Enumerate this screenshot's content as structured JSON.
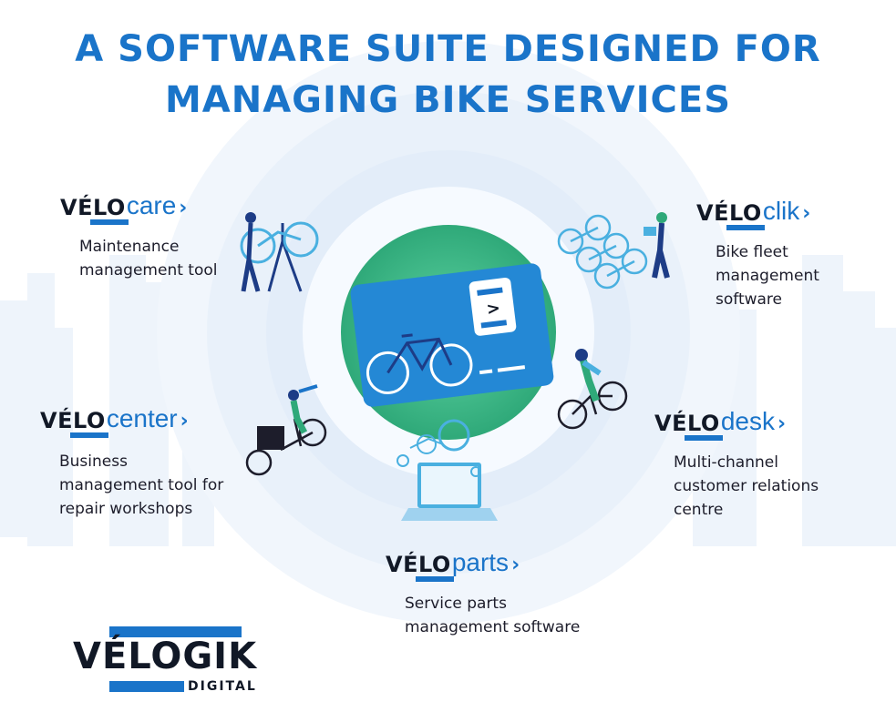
{
  "title_line1": "A SOFTWARE SUITE DESIGNED FOR",
  "title_line2": "MANAGING BIKE SERVICES",
  "colors": {
    "accent": "#1a74c9",
    "dark": "#111826",
    "ring": "#e3eef9",
    "center": "#3dbf8a"
  },
  "brand_prefix": "VÉLO",
  "products": {
    "care": {
      "suffix": "care",
      "desc": [
        "Maintenance",
        "management tool"
      ]
    },
    "clik": {
      "suffix": "clik",
      "desc": [
        "Bike fleet",
        "management",
        "software"
      ]
    },
    "center": {
      "suffix": "center",
      "desc": [
        "Business",
        "management tool for",
        "repair workshops"
      ]
    },
    "desk": {
      "suffix": "desk",
      "desc": [
        "Multi-channel",
        "customer relations",
        "centre"
      ]
    },
    "parts": {
      "suffix": "parts",
      "desc": [
        "Service parts",
        "management software"
      ]
    }
  },
  "logo": {
    "word": "VÉLOGIK",
    "sub": "DIGITAL"
  }
}
